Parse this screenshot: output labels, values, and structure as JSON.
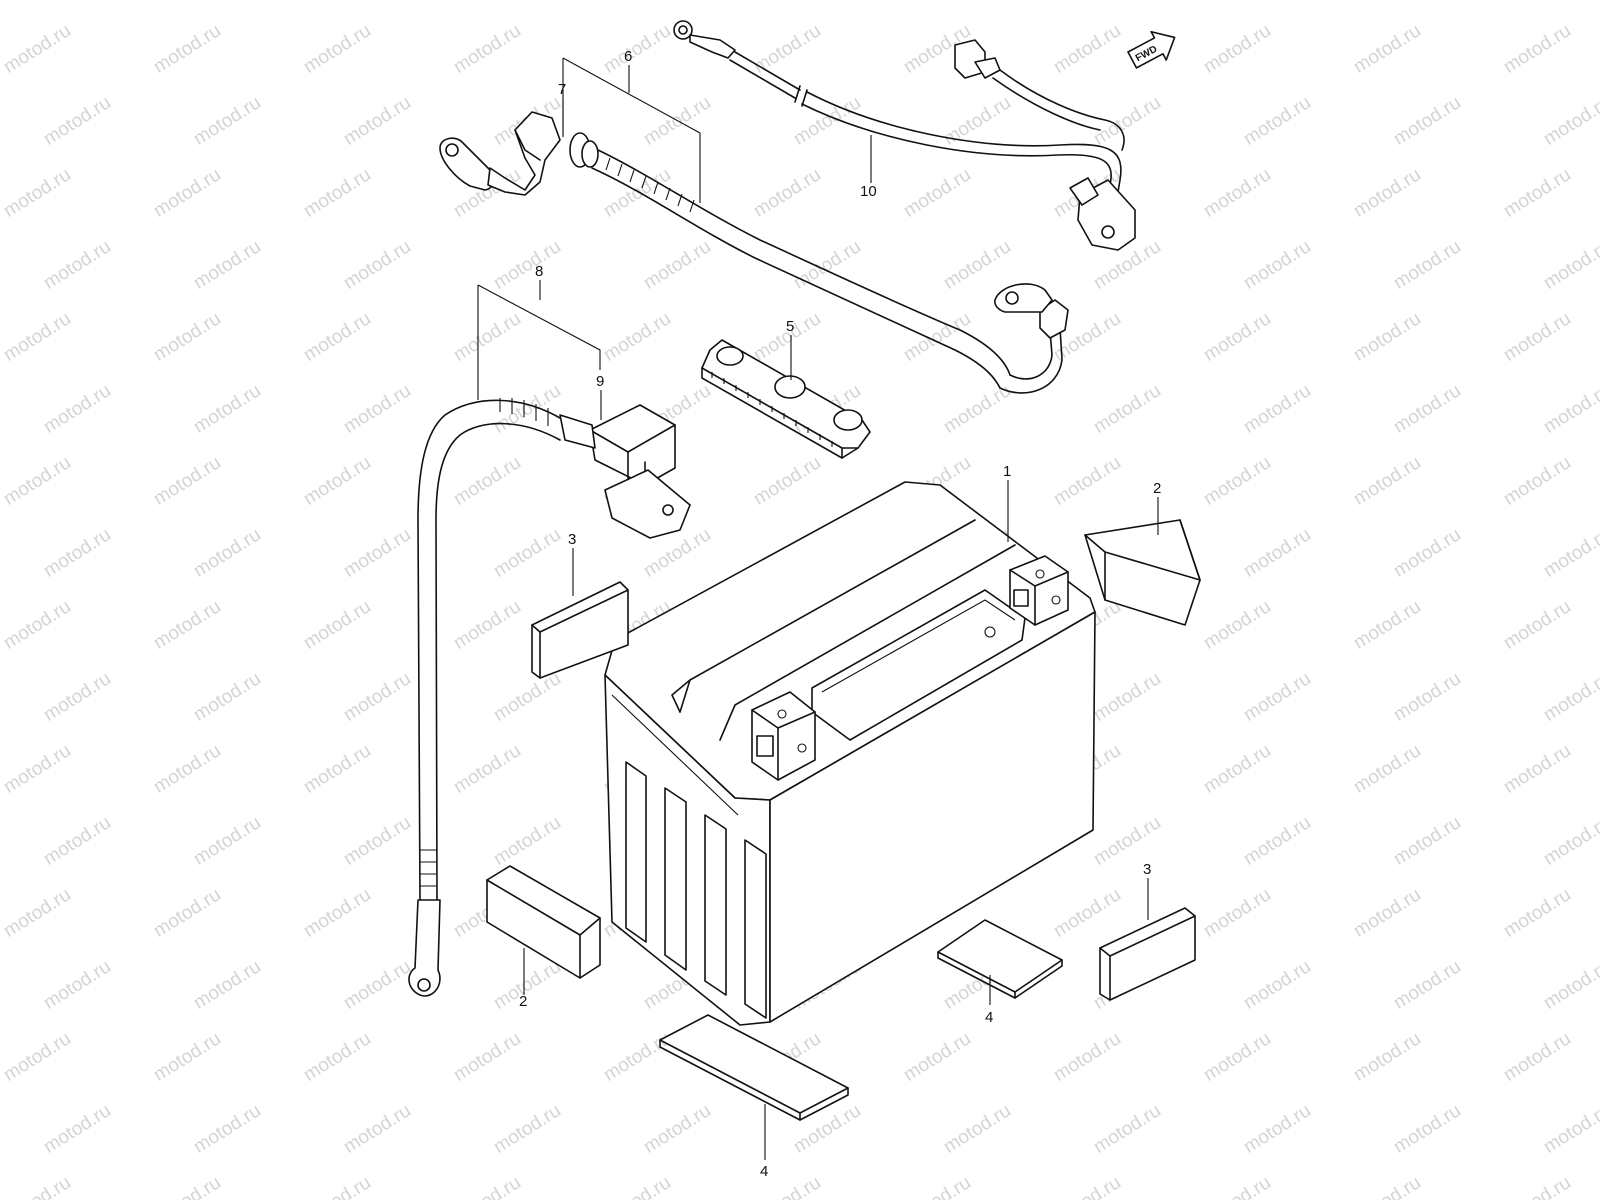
{
  "watermark": {
    "text": "motod.ru"
  },
  "fwd_arrow": {
    "label": "FWD"
  },
  "callouts": {
    "battery": "1",
    "spacer_top_right": "2",
    "spacer_bottom_left": "2",
    "cushion_top_left": "3",
    "cushion_bottom_right": "3",
    "pad_bottom_right": "4",
    "pad_bottom_center": "4",
    "battery_holder": "5",
    "positive_cable_set": "6",
    "terminal_cover_a": "7",
    "negative_cable_set": "8",
    "terminal_cover_b": "9",
    "ground_harness": "10"
  },
  "colors": {
    "line": "#111111",
    "watermark": "#d4d4d4",
    "background": "#ffffff"
  }
}
